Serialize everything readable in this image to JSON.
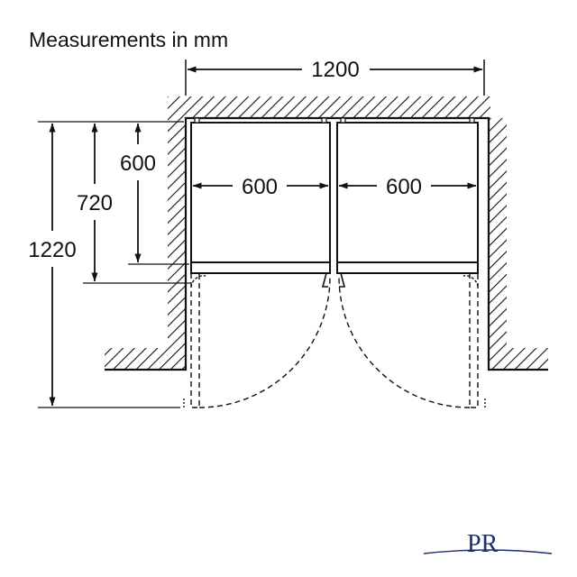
{
  "title": "Measurements in mm",
  "dimensions": {
    "total_width": "1200",
    "unit_left_width": "600",
    "unit_right_width": "600",
    "depth_cabinet": "600",
    "depth_with_doors": "720",
    "depth_doors_open": "1220"
  },
  "logo": {
    "text": "PR",
    "color": "#1c2f6e"
  },
  "colors": {
    "line": "#111111",
    "background": "#ffffff"
  }
}
